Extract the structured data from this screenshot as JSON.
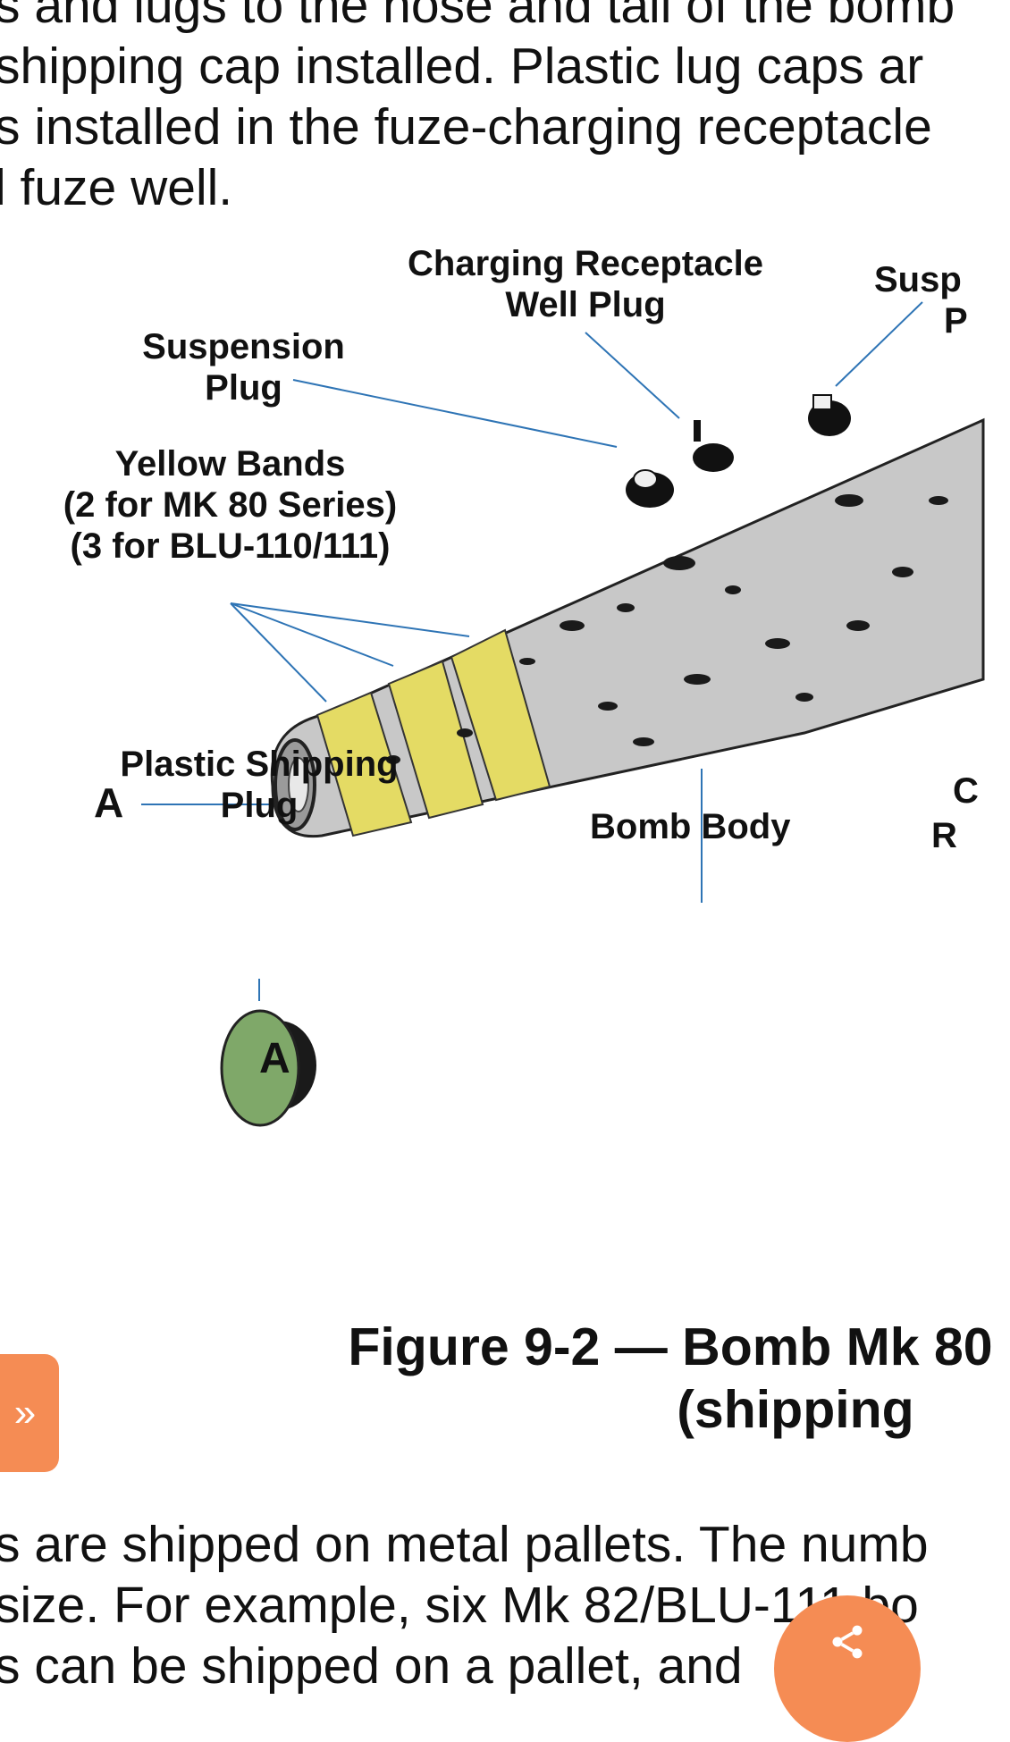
{
  "text_top": {
    "line0": "s and lugs to the nose and tail of the bomb",
    "line1": "shipping cap installed. Plastic lug caps ar",
    "line2": "s installed in the fuze-charging receptacle",
    "line3": "l fuze well."
  },
  "figure": {
    "labels": {
      "charging_line1": "Charging Receptacle",
      "charging_line2": "Well Plug",
      "susp_right_line1": "Susp",
      "susp_right_line2": "P",
      "suspension_line1": "Suspension",
      "suspension_line2": "Plug",
      "yellow_line1": "Yellow Bands",
      "yellow_line2": "(2 for MK 80 Series)",
      "yellow_line3": "(3 for BLU-110/111)",
      "a_left": "A",
      "right_c": "C",
      "right_r": "R",
      "plastic_line1": "Plastic Shipping",
      "plastic_line2": "Plug",
      "bomb_body": "Bomb Body",
      "a_bottom": "A"
    }
  },
  "caption": {
    "line1": "Figure 9-2 — Bomb Mk 80",
    "line2": "(shipping"
  },
  "text_bottom": {
    "line1": "s are shipped on metal pallets. The numb",
    "line2": "size. For example, six Mk 82/BLU-111 bo",
    "line3": "s can be shipped on a pallet, and"
  },
  "side_tab": {
    "icon": "double-chevron-right-icon",
    "glyph": "»"
  },
  "fab": {
    "icon": "share-icon"
  },
  "colors": {
    "accent": "#F58C54",
    "leader_line": "#2E74B5",
    "band_yellow": "#E4DB64",
    "body_gray": "#C8C8C8",
    "plug_green": "#7FA869"
  }
}
